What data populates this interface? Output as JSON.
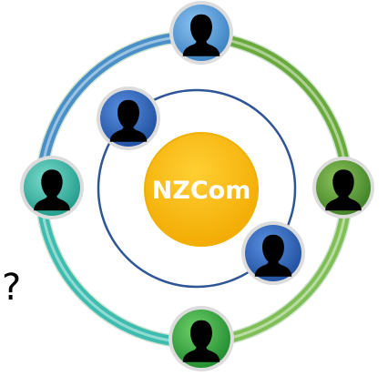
{
  "diagram": {
    "center_label": "NZCom",
    "question_mark": "?"
  },
  "colors": {
    "center_fill": "#f7b500",
    "center_stroke": "#f0b000",
    "outer_ring_blue": "#4a90c8",
    "outer_ring_green": "#6aaa3c",
    "outer_ring_teal": "#3dbcb0",
    "inner_ring": "#2f5597",
    "node_blue_outer": "#5aa0d8",
    "node_dark_blue": "#2e64b8",
    "node_green": "#3f9a40",
    "node_teal": "#38b8a8",
    "node_dark_green": "#2c9a3c",
    "person_silhouette": "#000000"
  },
  "nodes": [
    {
      "name": "person-node-top",
      "icon": "person-icon"
    },
    {
      "name": "person-node-right",
      "icon": "person-icon"
    },
    {
      "name": "person-node-bottom",
      "icon": "person-icon"
    },
    {
      "name": "person-node-left",
      "icon": "person-icon"
    },
    {
      "name": "person-node-inner-upper-left",
      "icon": "person-icon"
    },
    {
      "name": "person-node-inner-lower-right",
      "icon": "person-icon"
    }
  ]
}
